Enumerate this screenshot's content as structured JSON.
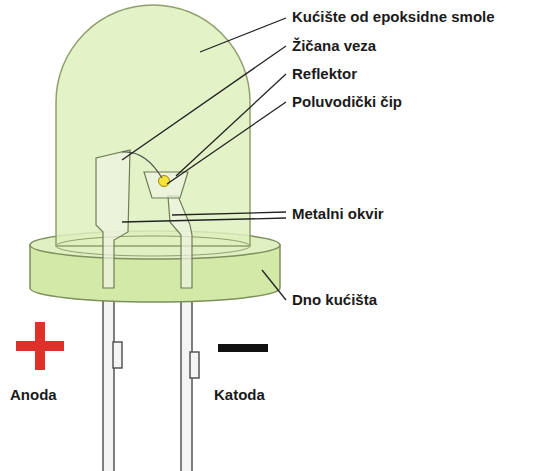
{
  "diagram": {
    "labels": [
      "Kućište od epoksidne smole",
      "Žičana veza",
      "Reflektor",
      "Poluvodički čip",
      "Metalni okvir",
      "Dno kućišta",
      "Anoda",
      "Katoda"
    ]
  }
}
